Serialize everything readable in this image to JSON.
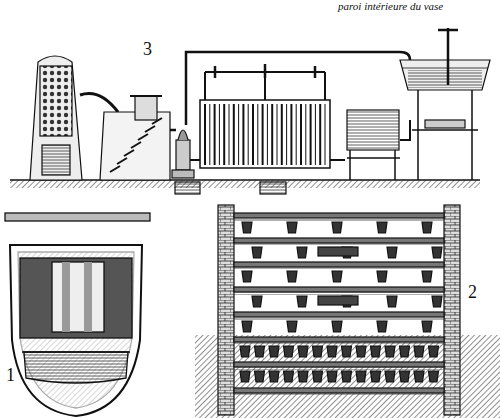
{
  "diagram": {
    "labels": [
      "paroi intérieure du vase",
      "3",
      "1",
      "2"
    ]
  }
}
